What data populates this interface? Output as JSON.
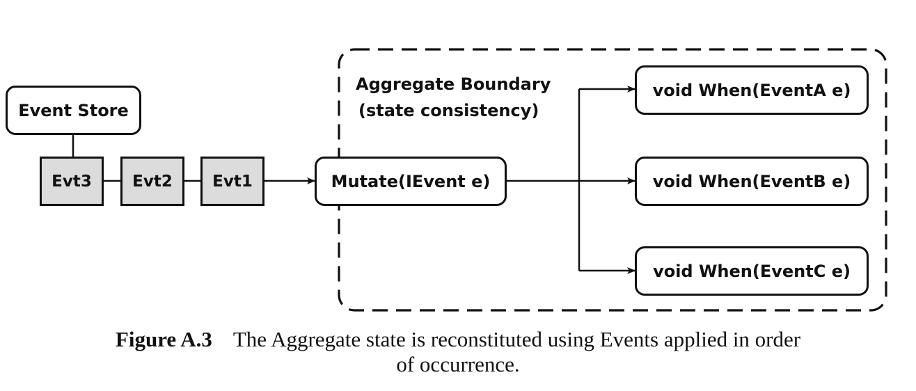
{
  "diagram": {
    "boundary_label": {
      "line1": "Aggregate Boundary",
      "line2": "(state consistency)"
    },
    "event_store": "Event Store",
    "events": [
      "Evt3",
      "Evt2",
      "Evt1"
    ],
    "mutate": "Mutate(IEvent e)",
    "handlers": [
      "void When(EventA e)",
      "void When(EventB e)",
      "void When(EventC e)"
    ]
  },
  "caption": {
    "label": "Figure A.3",
    "text_line1": "The Aggregate state is reconstituted using Events applied in order",
    "text_line2": "of occurrence."
  }
}
